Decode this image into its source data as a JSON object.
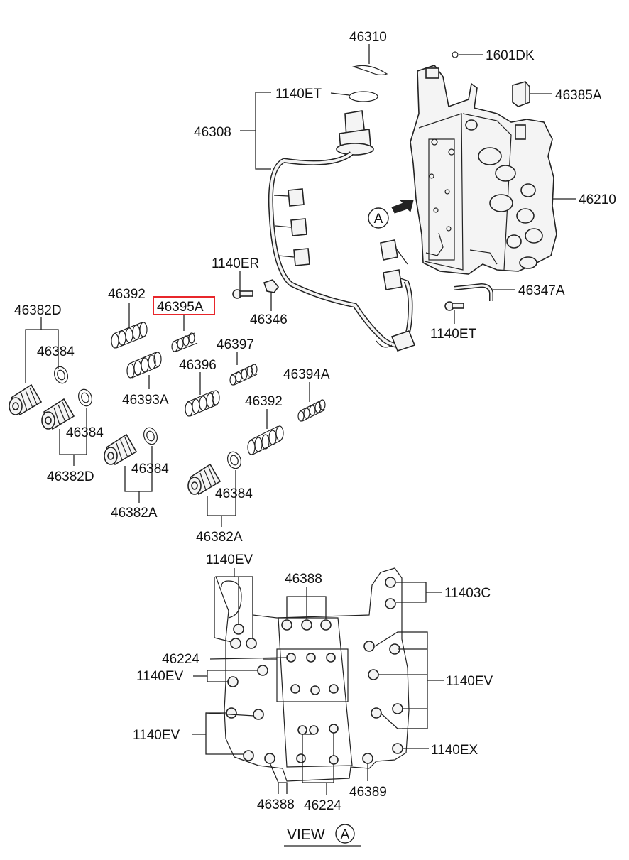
{
  "labels": {
    "p46310": "46310",
    "p1601DK": "1601DK",
    "p1140ET_top": "1140ET",
    "p46385A": "46385A",
    "p46308": "46308",
    "p46210": "46210",
    "pA_marker": "A",
    "p1140ER": "1140ER",
    "p46347A": "46347A",
    "p46392_top": "46392",
    "p46395A": "46395A",
    "p46346": "46346",
    "p1140ET_bottom": "1140ET",
    "p46382D_top": "46382D",
    "p46384_a": "46384",
    "p46397": "46397",
    "p46396": "46396",
    "p46394A": "46394A",
    "p46393A": "46393A",
    "p46392_mid": "46392",
    "p46384_b": "46384",
    "p46382D_bottom": "46382D",
    "p46384_c": "46384",
    "p46382A_a": "46382A",
    "p46384_d": "46384",
    "p46382A_b": "46382A",
    "v1140EV_top": "1140EV",
    "v46388_top": "46388",
    "v11403C": "11403C",
    "v46224_left": "46224",
    "v1140EV_left1": "1140EV",
    "v1140EV_right": "1140EV",
    "v1140EV_left2": "1140EV",
    "v1140EX": "1140EX",
    "v46388_bottom": "46388",
    "v46224_bottom": "46224",
    "v46389": "46389",
    "view_label": "VIEW",
    "view_marker": "A"
  },
  "highlight_color": "#e8262b"
}
